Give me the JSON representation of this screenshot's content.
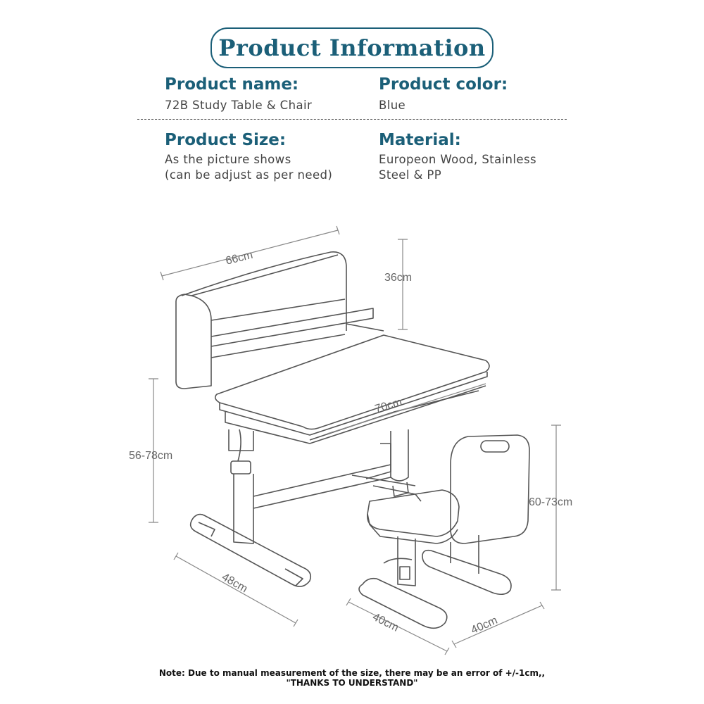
{
  "header": {
    "title": "Product Information"
  },
  "info": {
    "name_label": "Product name:",
    "name_value": "72B Study Table & Chair",
    "color_label": "Product color:",
    "color_value": "Blue",
    "size_label": "Product Size:",
    "size_value_1": "As the picture shows",
    "size_value_2": "(can be adjust as per need)",
    "material_label": "Material:",
    "material_value_1": "Europeon Wood, Stainless",
    "material_value_2": "Steel & PP"
  },
  "dimensions": {
    "hutch_width": "66cm",
    "hutch_height": "36cm",
    "desk_width": "70cm",
    "desk_height": "56-78cm",
    "chair_height": "60-73cm",
    "desk_depth": "48cm",
    "chair_depth": "40cm",
    "chair_width": "40cm"
  },
  "note": {
    "line1": "Note: Due to manual measurement of the size, there may be an error of +/-1cm,,",
    "line2": "\"THANKS TO UNDERSTAND\""
  },
  "colors": {
    "accent": "#1b5f78"
  }
}
